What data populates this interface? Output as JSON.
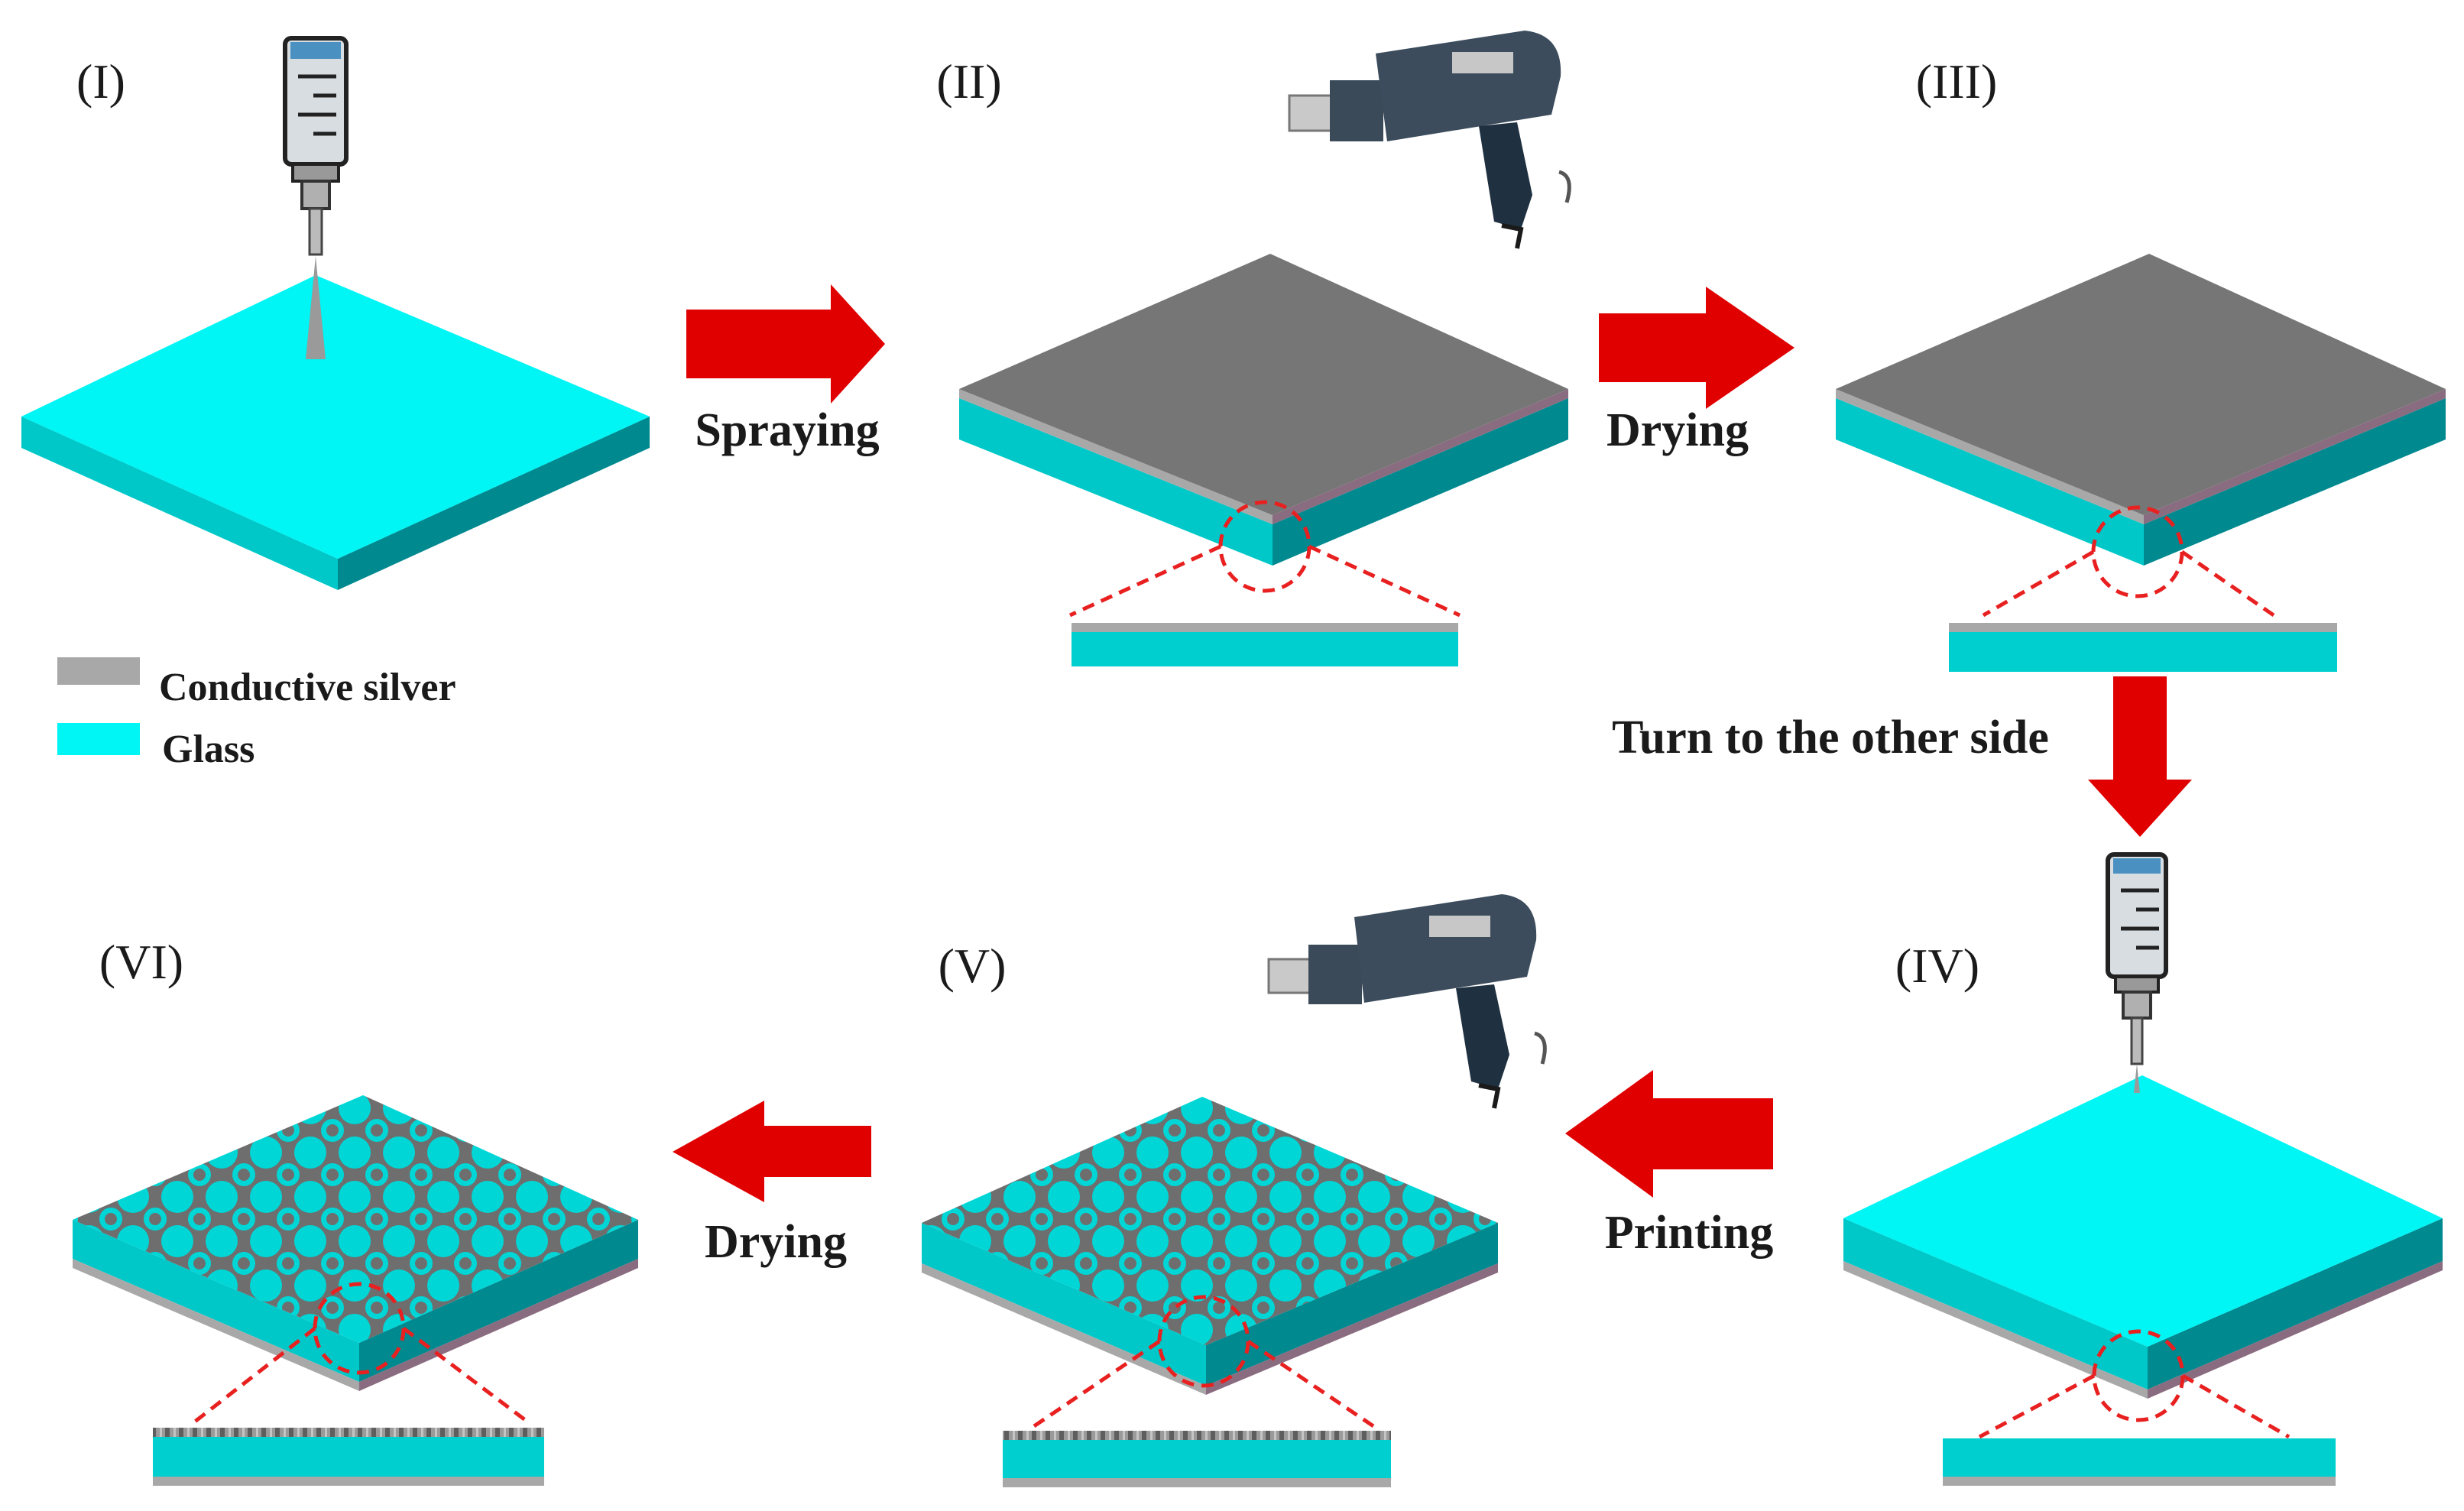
{
  "panels": [
    {
      "id": "I",
      "label": "(I)"
    },
    {
      "id": "II",
      "label": "(II)"
    },
    {
      "id": "III",
      "label": "(III)"
    },
    {
      "id": "IV",
      "label": "(IV)"
    },
    {
      "id": "V",
      "label": "(V)"
    },
    {
      "id": "VI",
      "label": "(VI)"
    }
  ],
  "steps": {
    "spraying": "Spraying",
    "drying_top": "Drying",
    "turn": "Turn to the other side",
    "printing": "Printing",
    "drying_bottom": "Drying"
  },
  "legend": {
    "silver": "Conductive silver",
    "glass": "Glass"
  },
  "colors": {
    "glass_top": "#00F5F5",
    "glass_front": "#00C8C8",
    "glass_side": "#00898F",
    "silver_top": "#767676",
    "silver_edge": "#A8A8A8",
    "arrow": "#E00000",
    "dashed": "#E82020"
  }
}
